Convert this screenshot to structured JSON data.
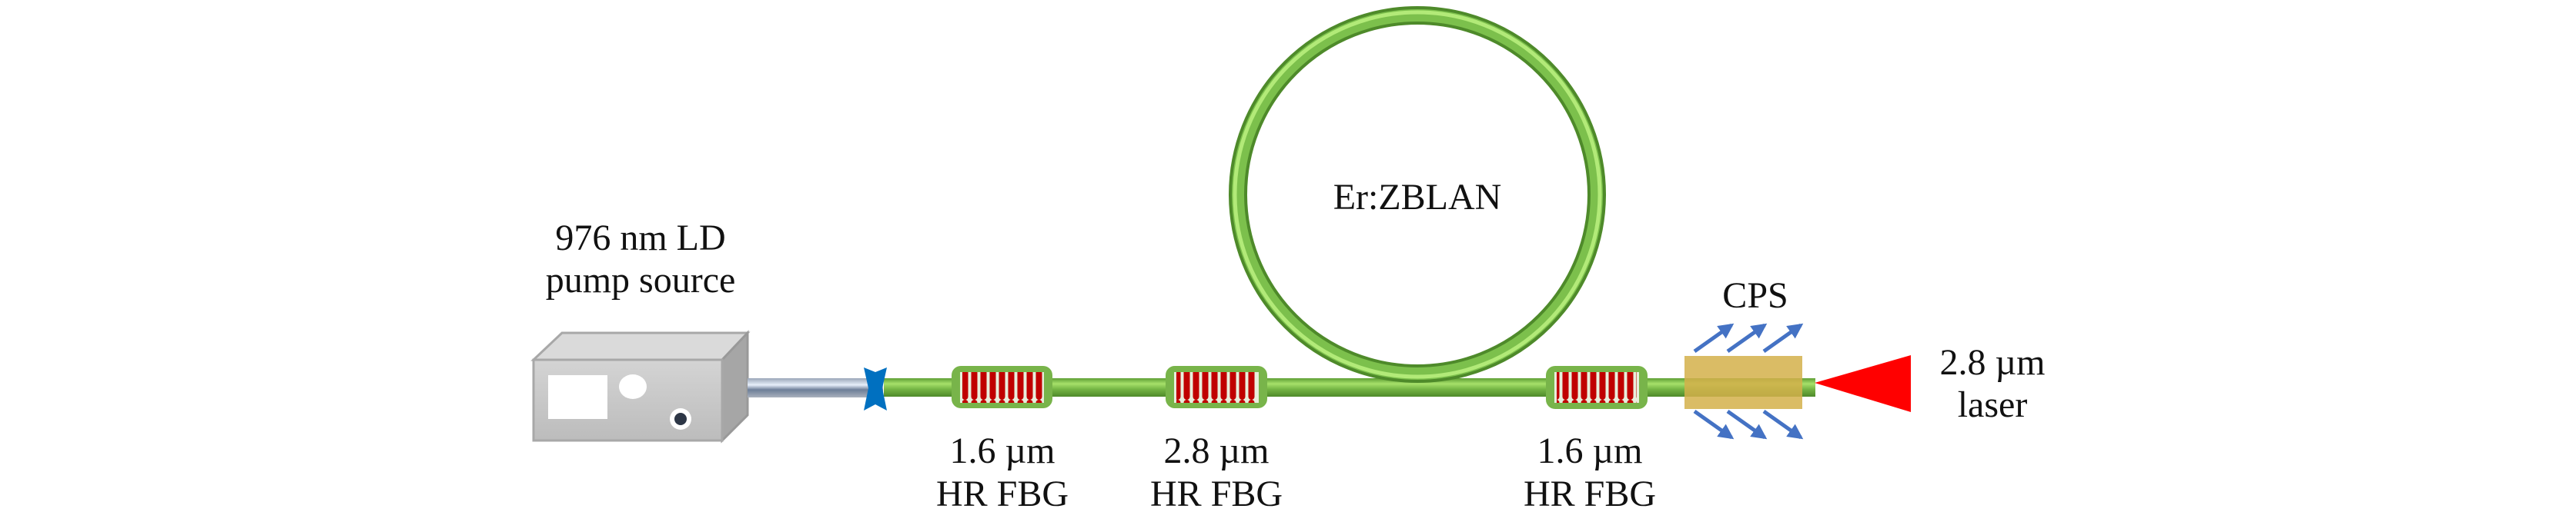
{
  "diagram": {
    "pump_source": {
      "line1": "976 nm LD",
      "line2": "pump source"
    },
    "gain_fiber": {
      "label": "Er:ZBLAN"
    },
    "fbg_1": {
      "line1": "1.6 µm",
      "line2": "HR FBG"
    },
    "fbg_2": {
      "line1": "2.8 µm",
      "line2": "HR FBG"
    },
    "fbg_3": {
      "line1": "1.6 µm",
      "line2": "HR FBG"
    },
    "cps": {
      "label": "CPS"
    },
    "output": {
      "line1": "2.8 µm",
      "line2": "laser"
    }
  },
  "colors": {
    "fiber_green": "#5e9e34",
    "fiber_highlight": "#a6e06a",
    "grating_red": "#c00000",
    "coupler_blue": "#0070c0",
    "arrow_blue": "#4472c4",
    "cps_gold": "#d4b04a",
    "laser_red": "#ff0000",
    "box_gray": "#c8c8c8"
  }
}
